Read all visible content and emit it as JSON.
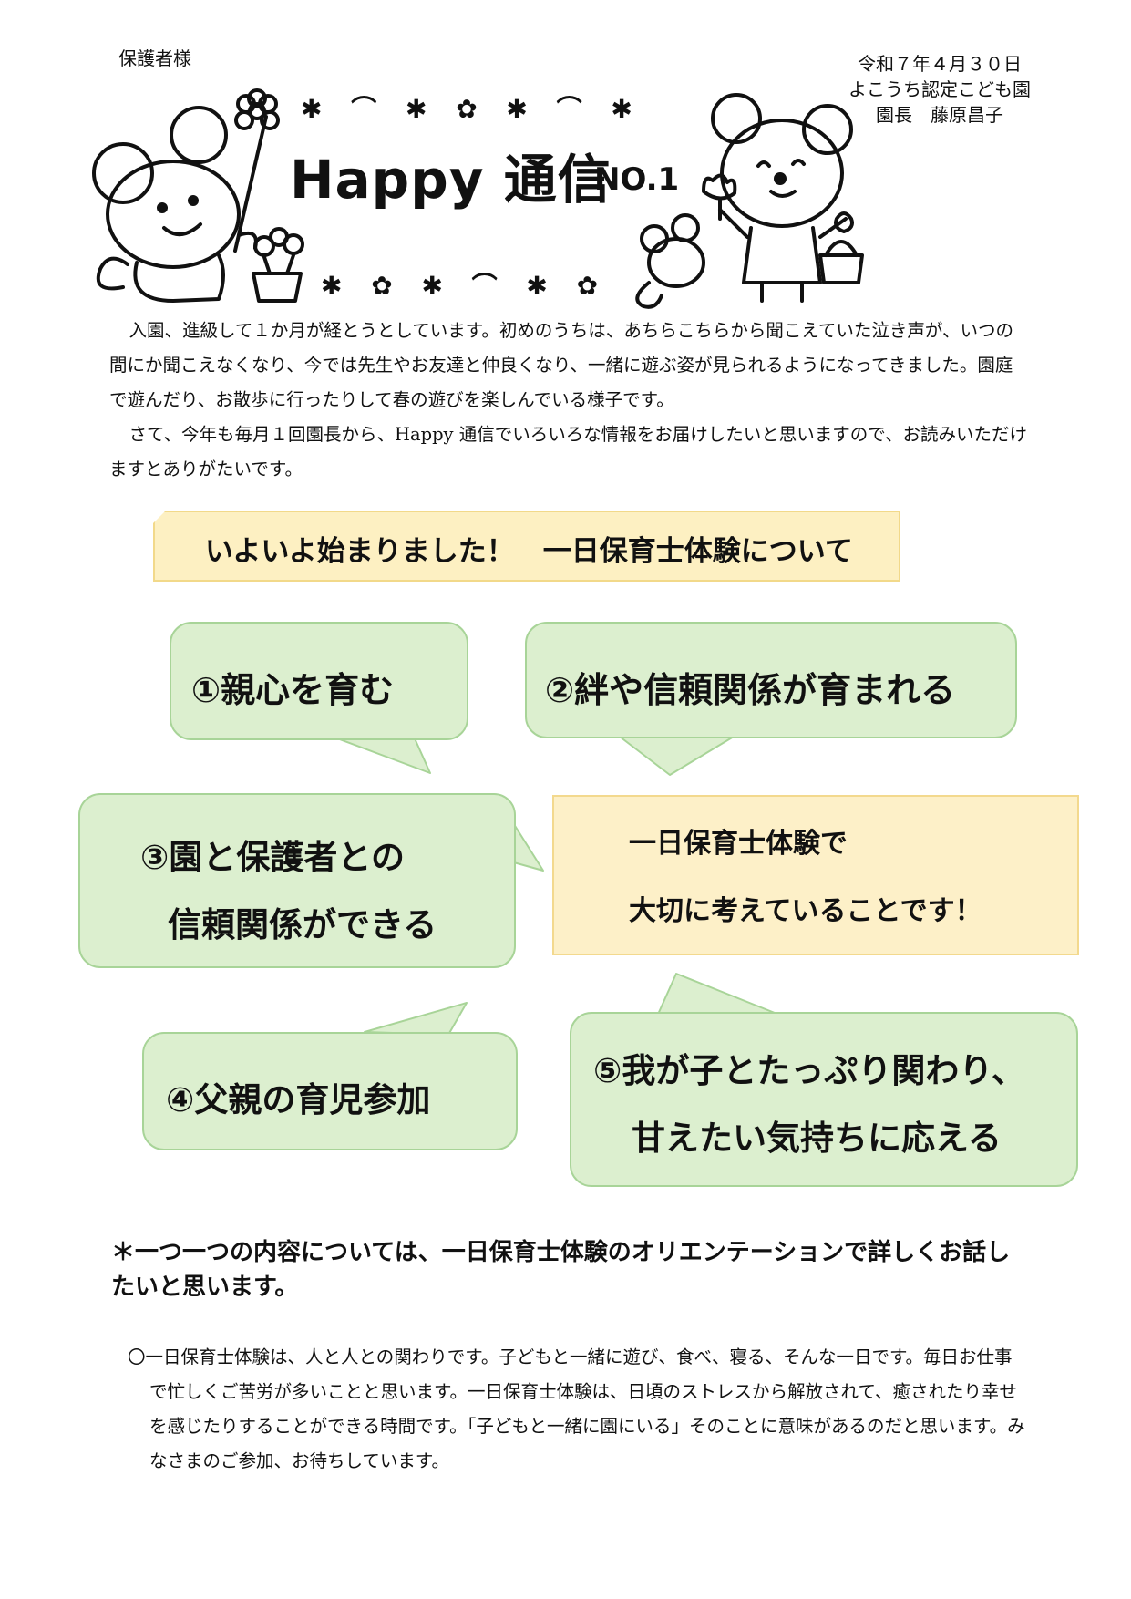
{
  "header": {
    "addressee": "保護者様",
    "date": "令和７年４月３０日",
    "organization": "よこうち認定こども園",
    "principal": "園長　藤原昌子"
  },
  "masthead": {
    "title": "Happy 通信",
    "issue": "NO.1"
  },
  "intro": {
    "paragraph1": "入園、進級して１か月が経とうとしています。初めのうちは、あちらこちらから聞こえていた泣き声が、いつの間にか聞こえなくなり、今では先生やお友達と仲良くなり、一緒に遊ぶ姿が見られるようになってきました。園庭で遊んだり、お散歩に行ったりして春の遊びを楽しんでいる様子です。",
    "paragraph2": "さて、今年も毎月１回園長から、Happy 通信でいろいろな情報をお届けしたいと思いますので、お読みいただけますとありがたいです。"
  },
  "section": {
    "banner": "いよいよ始まりました！　一日保育士体験について",
    "points": {
      "p1": "①親心を育む",
      "p2": "②絆や信頼関係が育まれる",
      "p3_line1": "③園と保護者との",
      "p3_line2": "信頼関係ができる",
      "p4": "④父親の育児参加",
      "p5_line1": "⑤我が子とたっぷり関わり、",
      "p5_line2": "甘えたい気持ちに応える"
    },
    "center_line1": "一日保育士体験で",
    "center_line2": "大切に考えていることです！"
  },
  "note": "＊一つ一つの内容については、一日保育士体験のオリエンテーションで詳しくお話したいと思います。",
  "closing": "〇一日保育士体験は、人と人との関わりです。子どもと一緒に遊び、食べ、寝る、そんな一日です。毎日お仕事で忙しくご苦労が多いことと思います。一日保育士体験は、日頃のストレスから解放されて、癒されたり幸せを感じたりすることができる時間です。「子どもと一緒に園にいる」そのことに意味があるのだと思います。みなさまのご参加、お待ちしています。",
  "colors": {
    "bubble_fill": "#dcefcf",
    "bubble_border": "#a8d498",
    "highlight_fill": "#fdf0c8",
    "highlight_border": "#f3d98e"
  }
}
